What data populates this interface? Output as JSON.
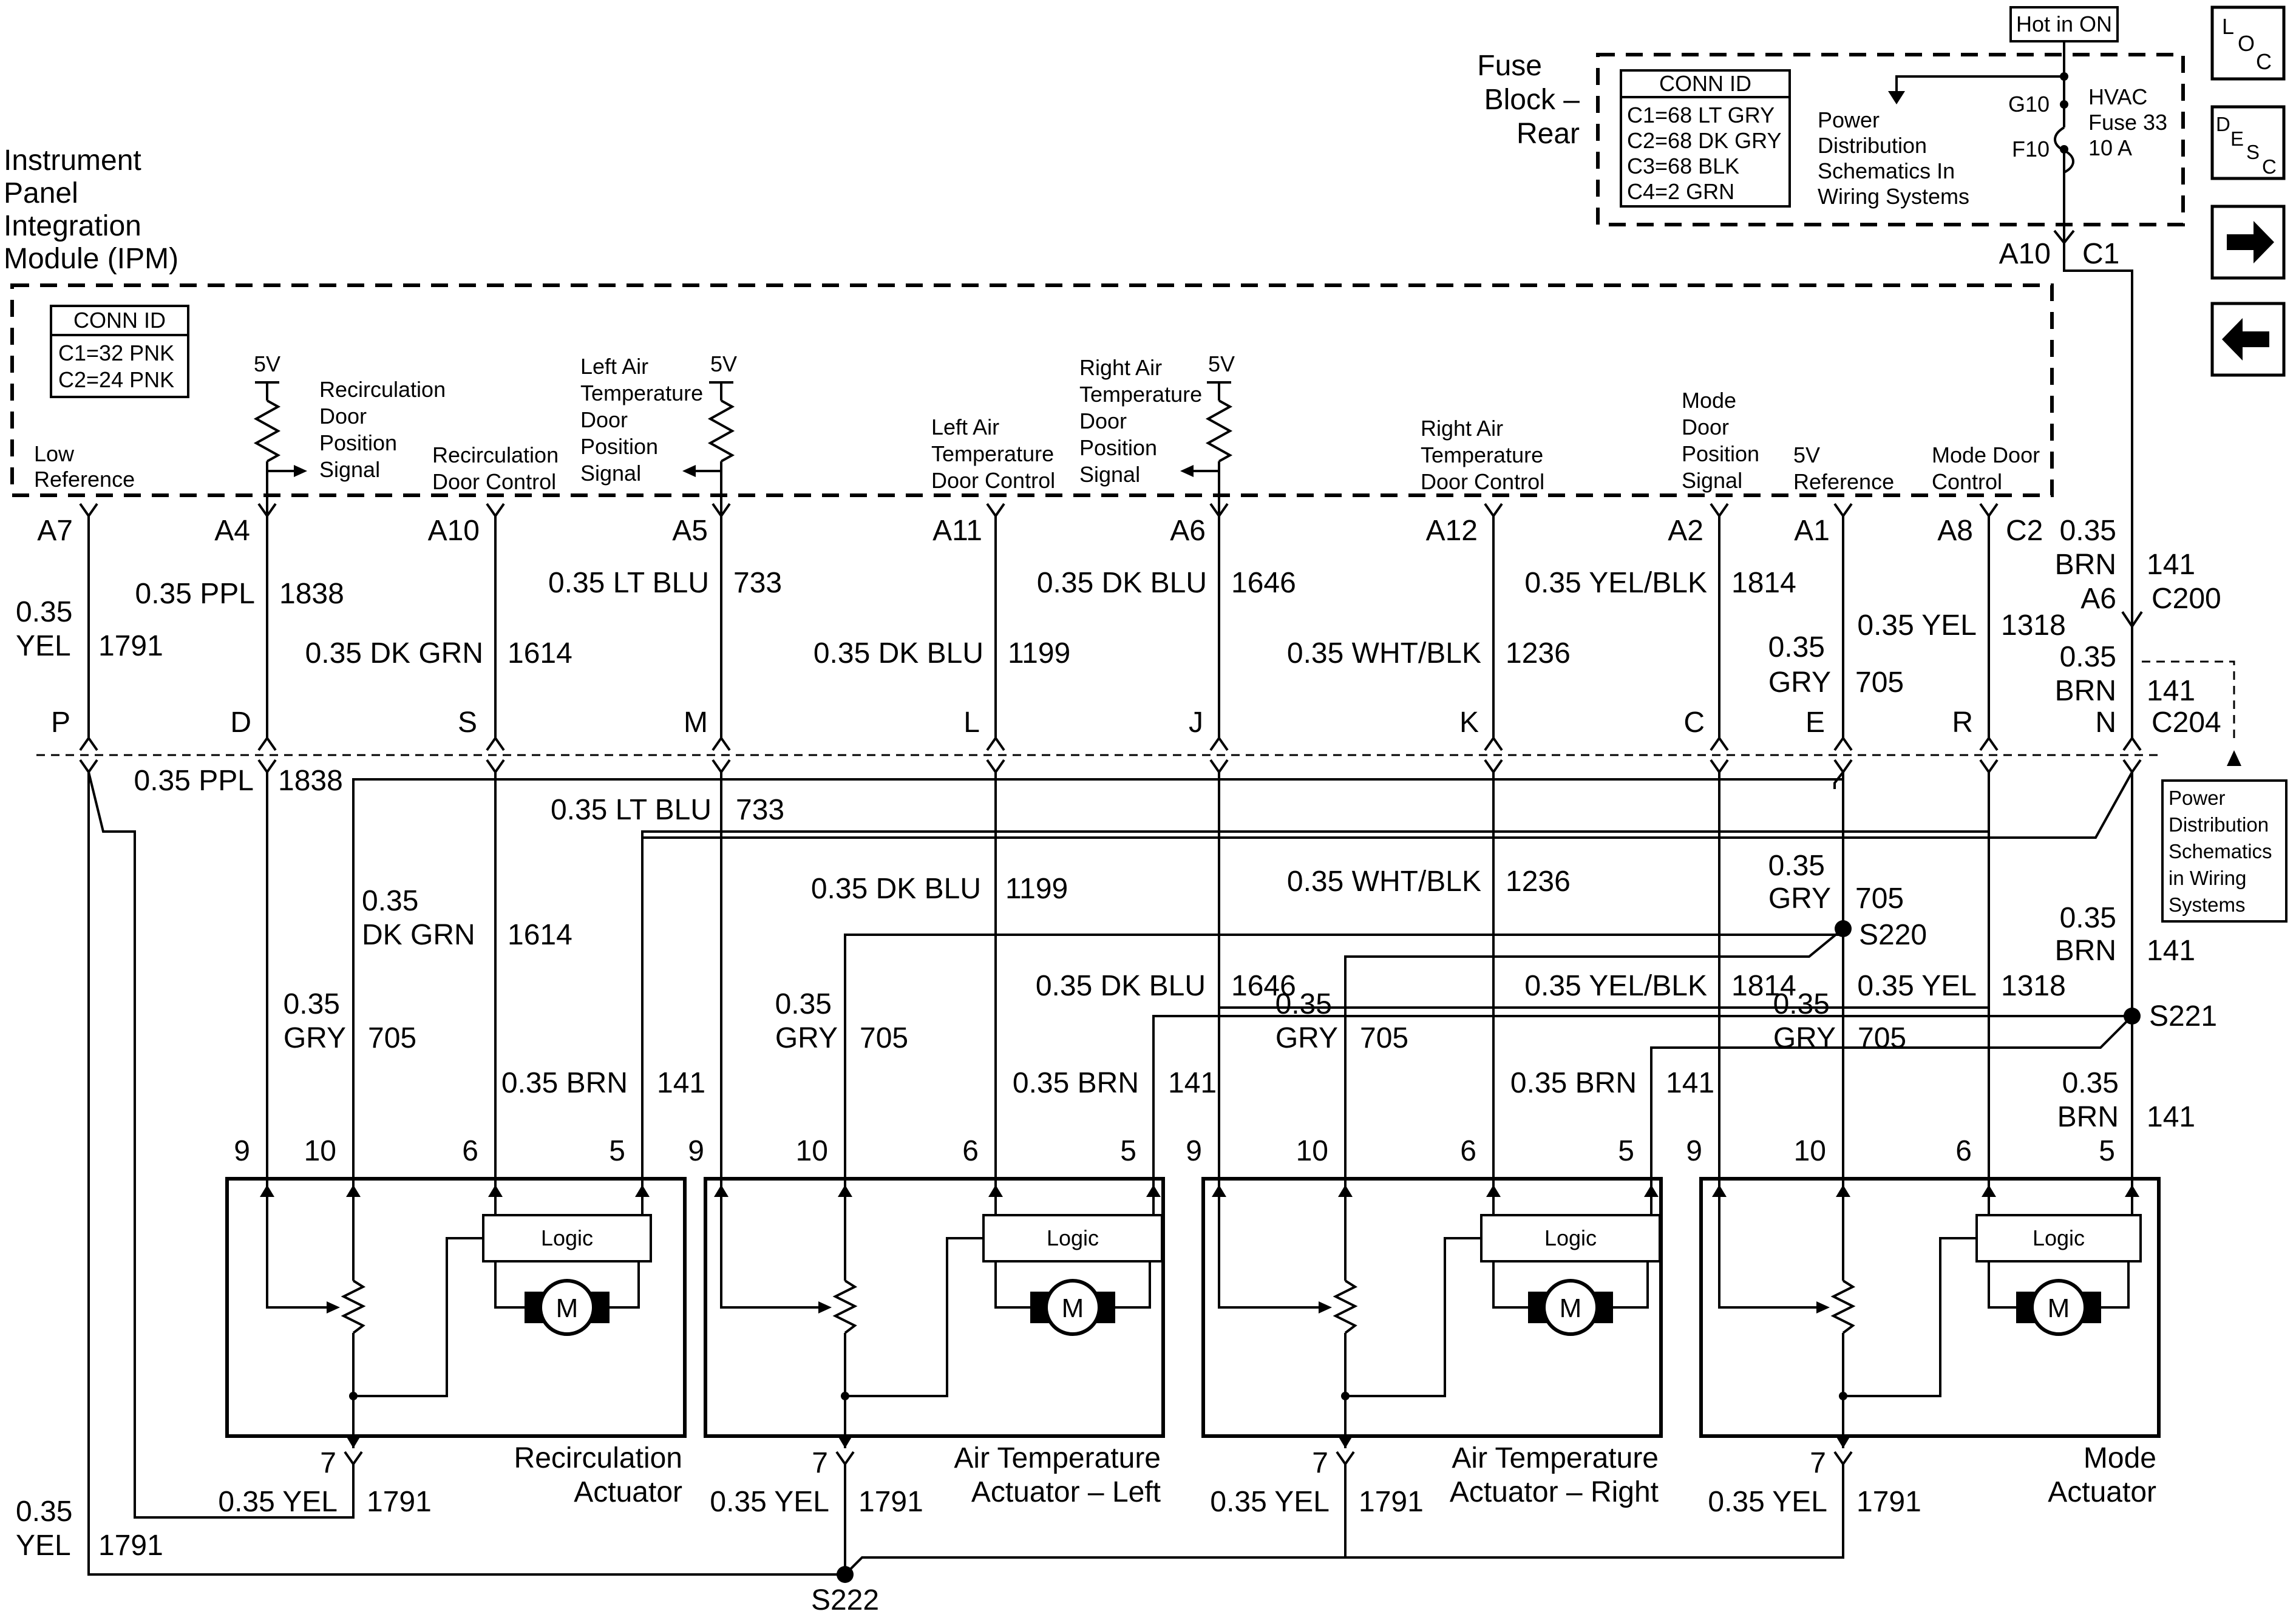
{
  "fuse_block": {
    "title": [
      "Fuse",
      "Block –",
      "Rear"
    ],
    "conn_id_title": "CONN ID",
    "conn_ids": [
      "C1=68 LT GRY",
      "C2=68 DK GRY",
      "C3=68 BLK",
      "C4=2 GRN"
    ],
    "power_note": [
      "Power",
      "Distribution",
      "Schematics In",
      "Wiring Systems"
    ],
    "hot_label": "Hot in ON",
    "pin_top": "G10",
    "pin_bottom": "F10",
    "fuse_label": [
      "HVAC",
      "Fuse 33",
      "10 A"
    ],
    "out_pin": "A10",
    "out_conn": "C1"
  },
  "nav_buttons": [
    {
      "name": "loc-button",
      "label": "LOC"
    },
    {
      "name": "desc-button",
      "label": "DESC"
    },
    {
      "name": "next-button",
      "icon": "arrow-right-icon"
    },
    {
      "name": "prev-button",
      "icon": "arrow-left-icon"
    }
  ],
  "ipm": {
    "title": [
      "Instrument",
      "Panel",
      "Integration",
      "Module (IPM)"
    ],
    "conn_id_title": "CONN ID",
    "conn_ids": [
      "C1=32 PNK",
      "C2=24 PNK"
    ],
    "five_v": "5V",
    "circuits": [
      {
        "label": [
          "Low",
          "Reference"
        ],
        "pin": "A7"
      },
      {
        "label": [
          "Recirculation",
          "Door",
          "Position",
          "Signal"
        ],
        "pin": "A4"
      },
      {
        "label": [
          "Recirculation",
          "Door  Control"
        ],
        "pin": "A10"
      },
      {
        "label": [
          "Left Air",
          "Temperature",
          "Door",
          "Position",
          "Signal"
        ],
        "pin": "A5"
      },
      {
        "label": [
          "Left  Air",
          "Temperature",
          "Door  Control"
        ],
        "pin": "A11"
      },
      {
        "label": [
          "Right Air",
          "Temperature",
          "Door",
          "Position",
          "Signal"
        ],
        "pin": "A6"
      },
      {
        "label": [
          "Right  Air",
          "Temperature",
          "Door  Control"
        ],
        "pin": "A12"
      },
      {
        "label": [
          "Mode",
          "Door",
          "Position",
          "Signal"
        ],
        "pin": "A2"
      },
      {
        "label": [
          "5V",
          "Reference"
        ],
        "pin": "A1"
      },
      {
        "label": [
          "Mode Door",
          "Control"
        ],
        "pin": "A8"
      },
      {
        "label": [],
        "pin": "C2"
      }
    ]
  },
  "wires_upper": [
    {
      "size": "0.35",
      "color": "YEL",
      "num": "1791"
    },
    {
      "color": "0.35 PPL",
      "num": "1838"
    },
    {
      "color": "0.35 DK GRN",
      "num": "1614"
    },
    {
      "color": "0.35 LT BLU",
      "num": "733"
    },
    {
      "color": "0.35 DK BLU",
      "num": "1199"
    },
    {
      "color": "0.35 DK BLU",
      "num": "1646"
    },
    {
      "color": "0.35 WHT/BLK",
      "num": "1236"
    },
    {
      "color": "0.35 YEL/BLK",
      "num": "1814"
    },
    {
      "size": "0.35",
      "color": "GRY",
      "num": "705"
    },
    {
      "color": "0.35 YEL",
      "num": "1318"
    },
    {
      "size": "0.35",
      "color": "BRN",
      "num": "141"
    }
  ],
  "connector_c200": {
    "pin": "A6",
    "name": "C200",
    "size": "0.35",
    "color": "BRN",
    "num": "141"
  },
  "connector_c204": {
    "pins": [
      "P",
      "D",
      "S",
      "M",
      "L",
      "J",
      "K",
      "C",
      "E",
      "R",
      "N"
    ],
    "name": "C204"
  },
  "power_note_right": [
    "Power",
    "Distribution",
    "Schematics",
    "in Wiring",
    "Systems"
  ],
  "wires_lower": {
    "ppl": {
      "color": "0.35 PPL",
      "num": "1838"
    },
    "ltblu": {
      "color": "0.35 LT BLU",
      "num": "733"
    },
    "dkgrn": {
      "size": "0.35",
      "color": "DK GRN",
      "num": "1614"
    },
    "dkblu1": {
      "color": "0.35 DK BLU",
      "num": "1199"
    },
    "whtblk": {
      "color": "0.35 WHT/BLK",
      "num": "1236"
    },
    "gry_s220": {
      "size": "0.35",
      "color": "GRY",
      "num": "705"
    },
    "dkblu2": {
      "color": "0.35 DK BLU",
      "num": "1646"
    },
    "yelblk": {
      "color": "0.35 YEL/BLK",
      "num": "1814"
    },
    "yel": {
      "color": "0.35 YEL",
      "num": "1318"
    },
    "brn_s221": {
      "size": "0.35",
      "color": "BRN",
      "num": "141"
    }
  },
  "splices": {
    "s220": "S220",
    "s221": "S221",
    "s222": "S222"
  },
  "actuators": [
    {
      "name": [
        "Recirculation",
        "Actuator"
      ],
      "pins": [
        "9",
        "10",
        "6",
        "5"
      ],
      "gnd_pin": "7",
      "gry": {
        "size": "0.35",
        "color": "GRY",
        "num": "705"
      },
      "brn": {
        "color": "0.35 BRN",
        "num": "141"
      },
      "yel": {
        "color": "0.35 YEL",
        "num": "1791"
      }
    },
    {
      "name": [
        "Air Temperature",
        "Actuator – Left"
      ],
      "pins": [
        "9",
        "10",
        "6",
        "5"
      ],
      "gnd_pin": "7",
      "gry": {
        "size": "0.35",
        "color": "GRY",
        "num": "705"
      },
      "brn": {
        "color": "0.35 BRN",
        "num": "141"
      },
      "yel": {
        "color": "0.35 YEL",
        "num": "1791"
      }
    },
    {
      "name": [
        "Air Temperature",
        "Actuator – Right"
      ],
      "pins": [
        "9",
        "10",
        "6",
        "5"
      ],
      "gnd_pin": "7",
      "gry": {
        "size": "0.35",
        "color": "GRY",
        "num": "705"
      },
      "brn": {
        "color": "0.35 BRN",
        "num": "141"
      },
      "yel": {
        "color": "0.35 YEL",
        "num": "1791"
      }
    },
    {
      "name": [
        "Mode",
        "Actuator"
      ],
      "pins": [
        "9",
        "10",
        "6",
        "5"
      ],
      "gnd_pin": "7",
      "gry": {
        "size": "0.35",
        "color": "GRY",
        "num": "705"
      },
      "brn": {
        "size": "0.35",
        "color": "BRN",
        "num": "141"
      },
      "yel": {
        "color": "0.35 YEL",
        "num": "1791"
      }
    }
  ],
  "logic_label": "Logic",
  "motor_label": "M",
  "ground_return": {
    "size": "0.35",
    "color": "YEL",
    "num": "1791"
  }
}
